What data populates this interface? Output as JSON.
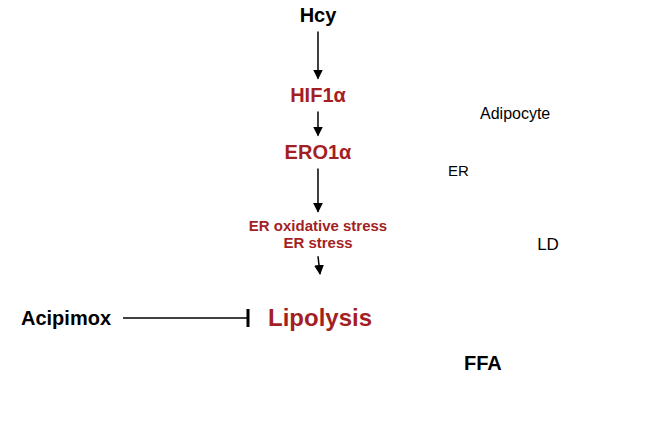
{
  "diagram": {
    "nodes": [
      {
        "text": [
          "Hcy"
        ]
      },
      {
        "text": [
          "Adipocyte"
        ]
      },
      {
        "text": [
          "HIF1α"
        ],
        "in": 1
      },
      {
        "text": [
          "ER"
        ],
        "in": 1
      },
      {
        "text": [
          "ERO1α"
        ],
        "in": 3
      },
      {
        "text": [
          "ER oxidative stress ER stress"
        ],
        "in": 3
      },
      {
        "text": [
          "LD"
        ],
        "in": 1
      },
      {
        "text": [
          "Lipolysis"
        ],
        "in": 1
      },
      {
        "text": [
          "Acipimox"
        ]
      }
    ],
    "edges": [
      {
        "from": 0,
        "to": 2,
        "arrow": "to"
      },
      {
        "from": 2,
        "to": 4,
        "arrow": "to"
      },
      {
        "from": 4,
        "to": 5,
        "arrow": "to"
      },
      {
        "from": 5,
        "to": 7,
        "arrow": "to"
      },
      {
        "from": 8,
        "to": 7,
        "arrow": "to"
      }
    ],
    "labels": [
      "FFA"
    ]
  }
}
